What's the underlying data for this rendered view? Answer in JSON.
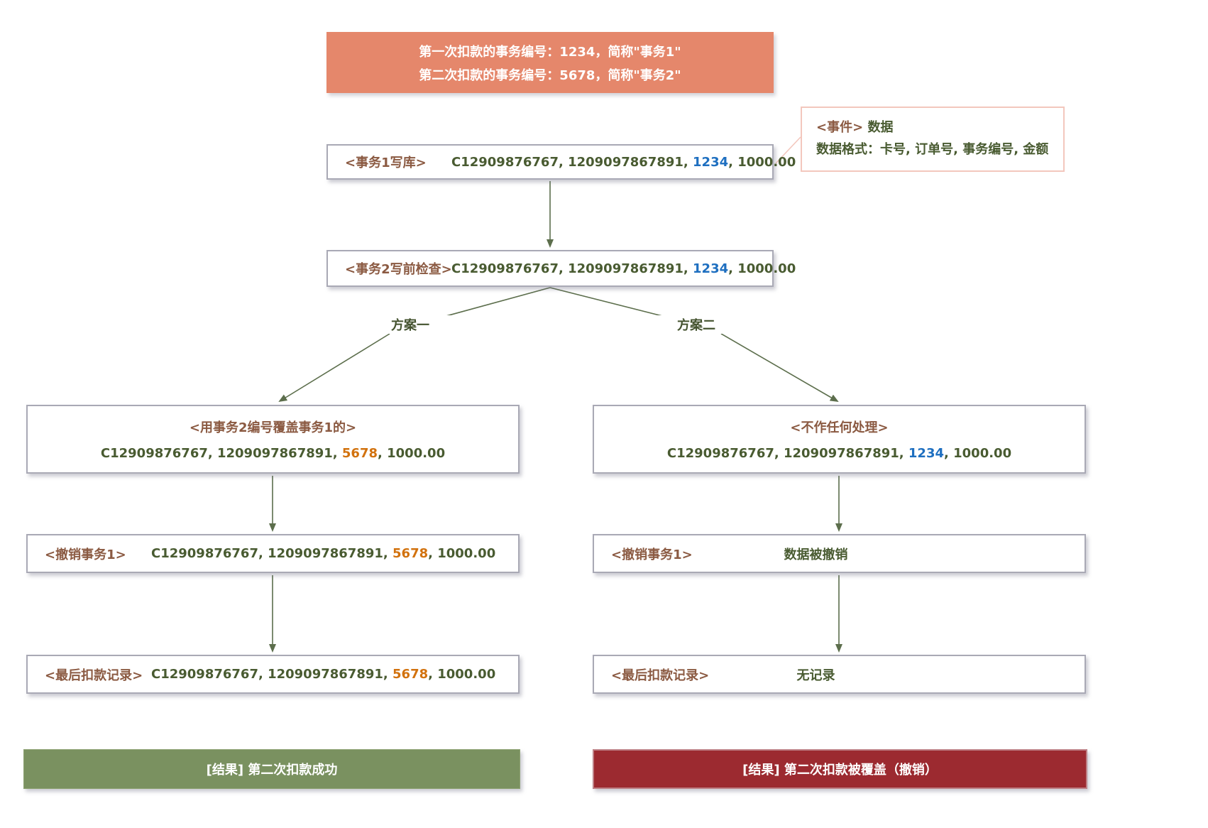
{
  "colors": {
    "banner_bg": "#E5876B",
    "box_border": "#A9A9B5",
    "label_brown": "#8B5A42",
    "data_green": "#495B31",
    "txn1_blue": "#1E6FC0",
    "txn2_orange": "#D2720E",
    "line_olive": "#5C6E4C",
    "callout_border": "#F3C7BD",
    "result_success_bg": "#7A9160",
    "result_fail_bg": "#9C2A30"
  },
  "banner": {
    "line1": "第一次扣款的事务编号：1234，简称\"事务1\"",
    "line2": "第二次扣款的事务编号：5678，简称\"事务2\""
  },
  "callout": {
    "tag": "<事件>",
    "tag_suffix": " 数据",
    "format_line": "数据格式：卡号, 订单号, 事务编号, 金额"
  },
  "flow": {
    "txn1_write": {
      "label": "<事务1写库>",
      "prefix": "C12909876767, 1209097867891, ",
      "txn": "1234",
      "suffix": ", 1000.00"
    },
    "txn2_check": {
      "label": "<事务2写前检查>",
      "prefix": "C12909876767, 1209097867891, ",
      "txn": "1234",
      "suffix": ", 1000.00"
    },
    "branch_left_label": "方案一",
    "branch_right_label": "方案二"
  },
  "plan_a": {
    "override": {
      "title": "<用事务2编号覆盖事务1的>",
      "prefix": "C12909876767, 1209097867891, ",
      "txn": "5678",
      "suffix": ", 1000.00"
    },
    "revoke": {
      "label": "<撤销事务1>",
      "prefix": "C12909876767, 1209097867891, ",
      "txn": "5678",
      "suffix": ", 1000.00"
    },
    "final": {
      "label": "<最后扣款记录>",
      "prefix": "C12909876767, 1209097867891, ",
      "txn": "5678",
      "suffix": ", 1000.00"
    },
    "result": "[结果] 第二次扣款成功"
  },
  "plan_b": {
    "keep": {
      "title": "<不作任何处理>",
      "prefix": "C12909876767, 1209097867891, ",
      "txn": "1234",
      "suffix": ", 1000.00"
    },
    "revoke": {
      "label": "<撤销事务1>",
      "value": "数据被撤销"
    },
    "final": {
      "label": "<最后扣款记录>",
      "value": "无记录"
    },
    "result": "[结果] 第二次扣款被覆盖（撤销）"
  }
}
